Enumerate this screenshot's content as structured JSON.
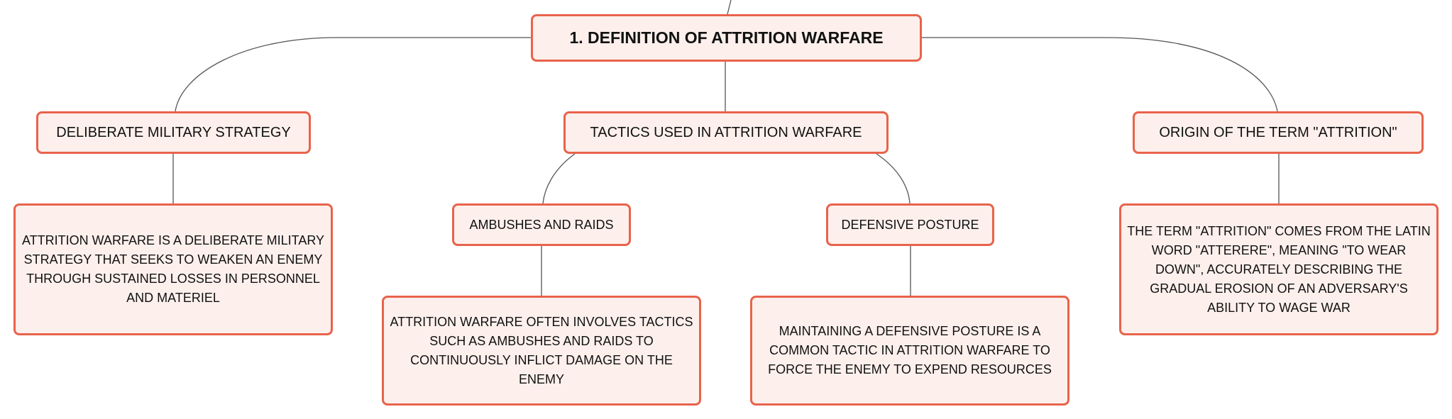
{
  "colors": {
    "node_fill": "#fdf0ec",
    "node_border": "#e8634b",
    "connector": "#555555",
    "text": "#111111"
  },
  "nodes": {
    "root": "1. DEFINITION OF ATTRITION WARFARE",
    "strategy": "DELIBERATE MILITARY STRATEGY",
    "strategy_detail": "ATTRITION WARFARE IS A DELIBERATE MILITARY STRATEGY THAT SEEKS TO WEAKEN AN ENEMY THROUGH SUSTAINED LOSSES IN PERSONNEL AND MATERIEL",
    "tactics": "TACTICS USED IN ATTRITION WARFARE",
    "ambushes": "AMBUSHES AND RAIDS",
    "ambushes_detail": "ATTRITION WARFARE OFTEN INVOLVES TACTICS SUCH AS AMBUSHES AND RAIDS TO CONTINUOUSLY INFLICT DAMAGE ON THE ENEMY",
    "defensive": "DEFENSIVE POSTURE",
    "defensive_detail": "MAINTAINING A DEFENSIVE POSTURE IS A COMMON TACTIC IN ATTRITION WARFARE TO FORCE THE ENEMY TO EXPEND RESOURCES",
    "origin": "ORIGIN OF THE TERM \"ATTRITION\"",
    "origin_detail": "THE TERM \"ATTRITION\" COMES FROM THE LATIN WORD \"ATTERERE\", MEANING \"TO WEAR DOWN\", ACCURATELY DESCRIBING THE GRADUAL EROSION OF AN ADVERSARY'S ABILITY TO WAGE WAR"
  }
}
